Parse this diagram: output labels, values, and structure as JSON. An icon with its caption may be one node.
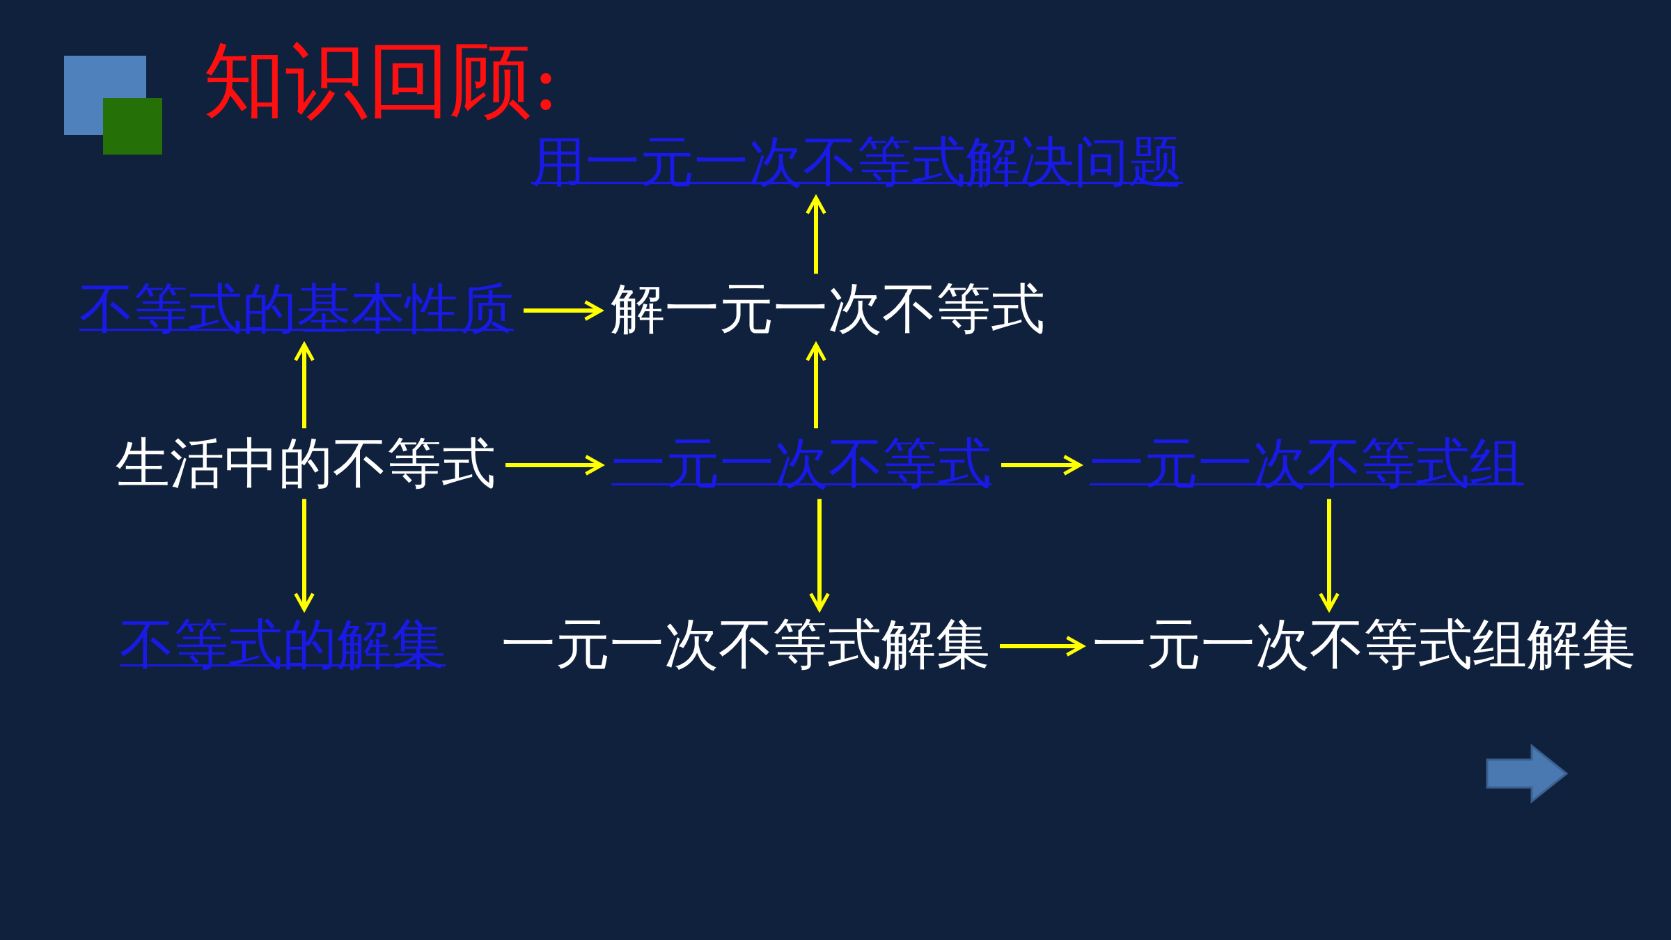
{
  "diagram": {
    "title": "知识回顾:",
    "nodes": [
      {
        "text": [
          "用一元一次不等式解决问题"
        ]
      },
      {
        "text": [
          "不等式的基本性质"
        ]
      },
      {
        "text": [
          "解一元一次不等式"
        ]
      },
      {
        "text": [
          "生活中的不等式"
        ]
      },
      {
        "text": [
          "一元一次不等式"
        ]
      },
      {
        "text": [
          "一元一次不等式组"
        ]
      },
      {
        "text": [
          "不等式的解集"
        ]
      },
      {
        "text": [
          "一元一次不等式解集"
        ]
      },
      {
        "text": [
          "一元一次不等式组解集"
        ]
      }
    ],
    "edges": [
      {
        "from": 1,
        "to": 2,
        "arrow": "to"
      },
      {
        "from": 2,
        "to": 0,
        "arrow": "to"
      },
      {
        "from": 3,
        "to": 1,
        "arrow": "to"
      },
      {
        "from": 3,
        "to": 4,
        "arrow": "to"
      },
      {
        "from": 3,
        "to": 6,
        "arrow": "to"
      },
      {
        "from": 4,
        "to": 2,
        "arrow": "to"
      },
      {
        "from": 4,
        "to": 5,
        "arrow": "to"
      },
      {
        "from": 4,
        "to": 7,
        "arrow": "to"
      },
      {
        "from": 5,
        "to": 8,
        "arrow": "to"
      },
      {
        "from": 7,
        "to": 8,
        "arrow": "to"
      }
    ]
  }
}
